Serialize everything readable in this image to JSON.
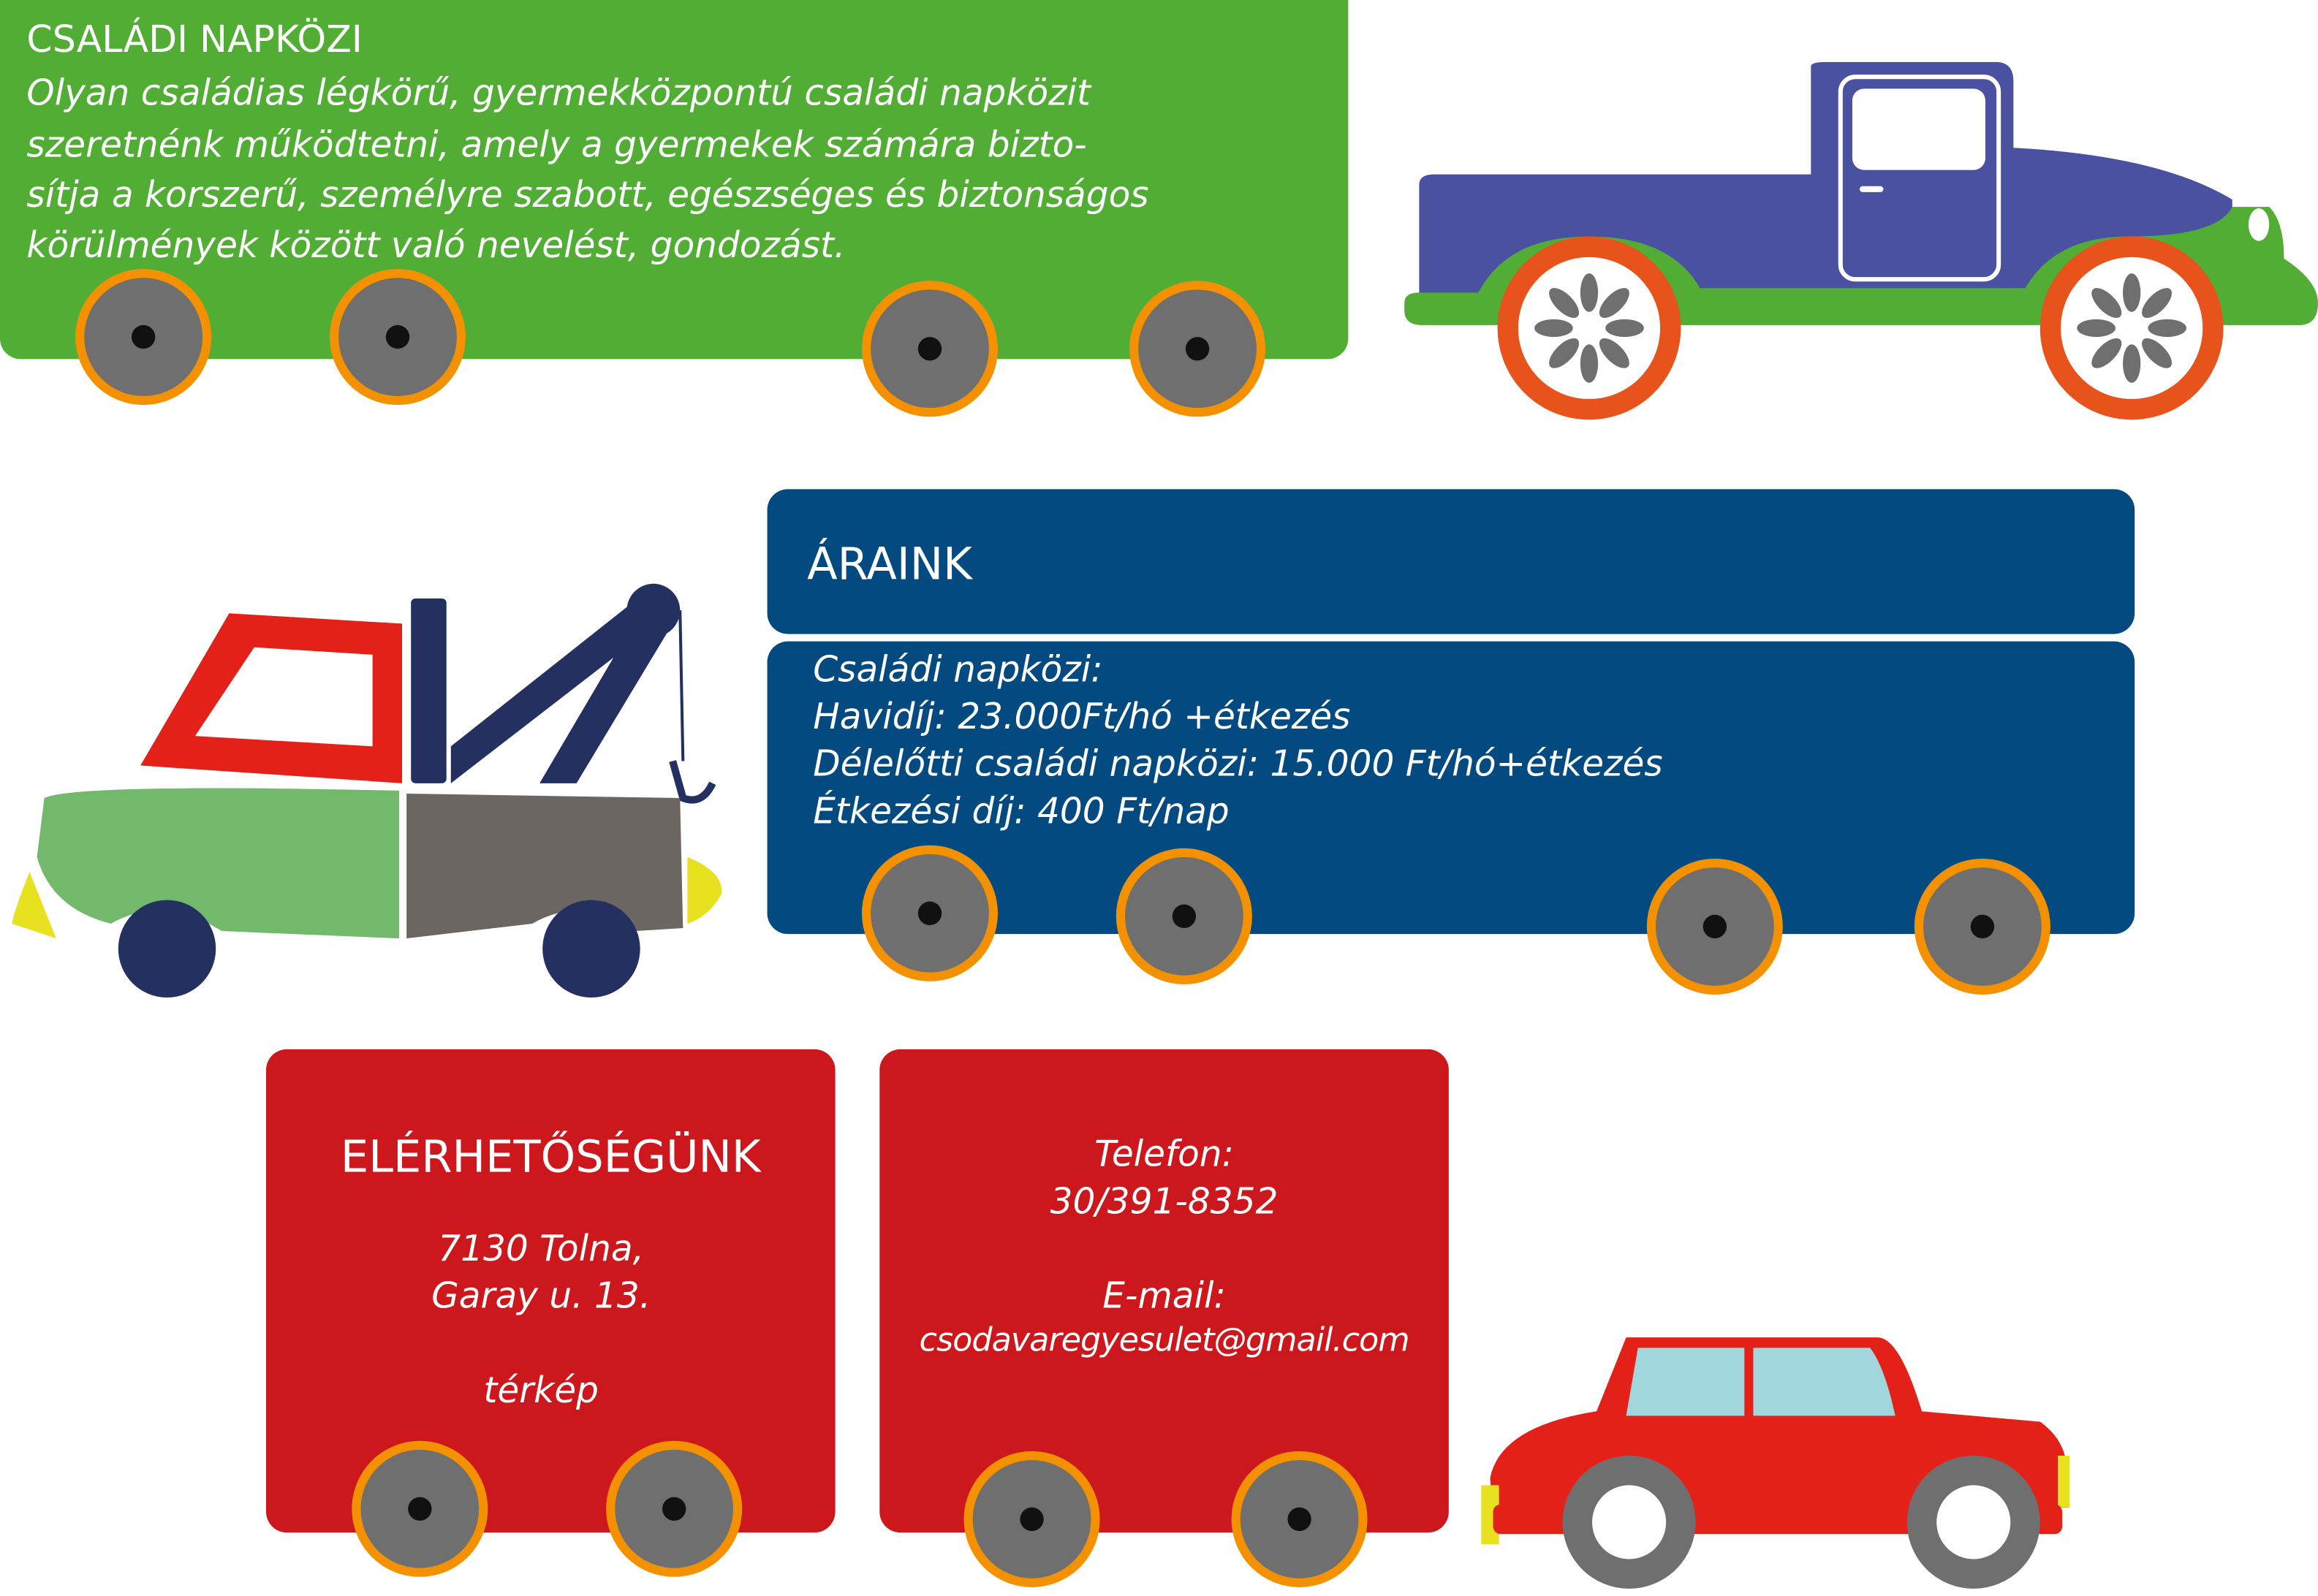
{
  "intro": {
    "title": "CSALÁDI NAPKÖZI",
    "lines": [
      "Olyan családias légkörű, gyermekközpontú családi napközit",
      "szeretnénk működtetni, amely a gyermekek számára bizto-",
      "sítja a korszerű, személyre szabott, egészséges és biztonságos",
      "körülmények között való nevelést, gondozást."
    ]
  },
  "prices": {
    "title": "ÁRAINK",
    "lines": [
      "Családi napközi:",
      "Havidíj:  23.000Ft/hó +étkezés",
      "Délelőtti családi napközi: 15.000 Ft/hó+étkezés",
      "Étkezési díj:   400 Ft/nap"
    ]
  },
  "contact": {
    "title": "ELÉRHETŐSÉGÜNK",
    "address_line1": "7130 Tolna,",
    "address_line2": "Garay u. 13.",
    "map_link": "térkép",
    "phone_label": "Telefon:",
    "phone": "30/391-8352",
    "email_label": "E-mail:",
    "email": "csodavaregyesulet@gmail.com"
  },
  "colors": {
    "green": "#52ad35",
    "blue": "#034a80",
    "red": "#cc171c",
    "wheel_rim": "#f39100",
    "wheel": "#6f6f6f"
  }
}
